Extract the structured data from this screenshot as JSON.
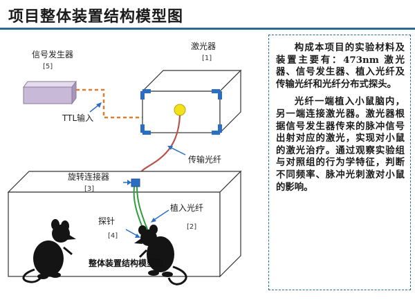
{
  "title": "项目整体装置结构模型图",
  "labels": {
    "signal_generator": "信号发生器",
    "signal_generator_ref": "[5]",
    "laser": "激光器",
    "laser_ref": "[1]",
    "ttl_input": "TTL输入",
    "fiber": "传输光纤",
    "rotary_connector": "旋转连接器",
    "rotary_connector_ref": "[3]",
    "probe": "探针",
    "probe_ref": "[4]",
    "implanted_fiber": "植入光纤",
    "implanted_fiber_ref": "[2]"
  },
  "caption": "整体装置结构模型图",
  "description": {
    "para1": "构成本项目的实验材料及装置主要有：473nm 激光器、信号发生器、植入光纤及传输光纤和光纤分布式探头。",
    "para2": "光纤一端植入小鼠脑内，另一端连接激光器。激光器根据信号发生器传来的脉冲信号出射对应的激光，实现对小鼠的激光治疗。通过观察实验组与对照组的行为学特征，判断不同频率、脉冲光刺激对小鼠的影响。"
  },
  "colors": {
    "accent": "#2b6a8e",
    "laser_corner": "#2a6fc4",
    "laser_dot": "#f2e21a",
    "fiber_red": "#b8534a",
    "fiber_green": "#2f9c3c",
    "dashed_orange": "#e07b2a",
    "generator": "#c9b9d9"
  }
}
